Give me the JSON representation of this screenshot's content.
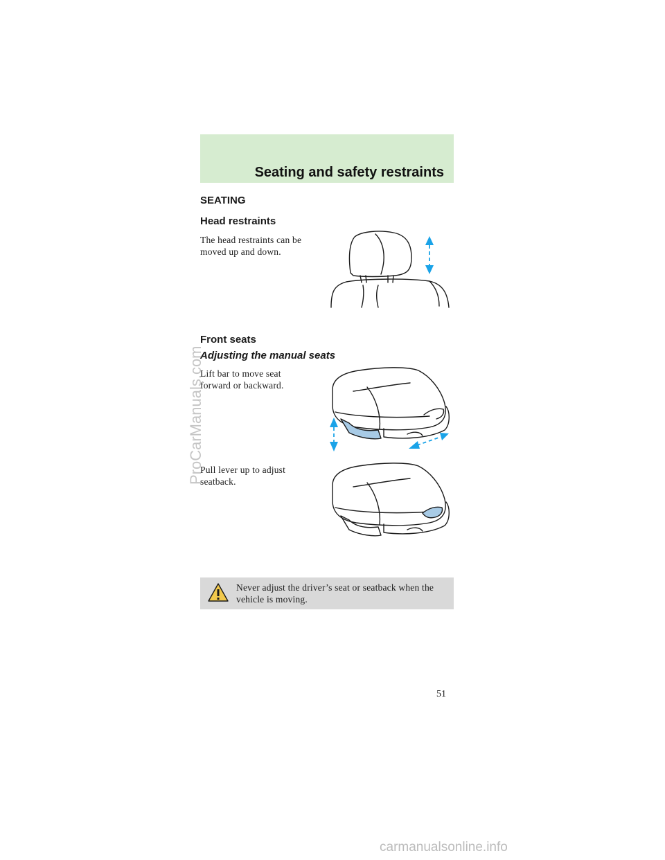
{
  "header": {
    "title": "Seating and safety restraints",
    "band_color": "#d6ecd0"
  },
  "sections": {
    "seating": "SEATING",
    "head_restraints": {
      "heading": "Head restraints",
      "text": "The head restraints can be moved up and down."
    },
    "front_seats": {
      "heading": "Front seats",
      "subheading": "Adjusting the manual seats",
      "bar_text": "Lift bar to move seat forward or backward.",
      "lever_text": "Pull lever up to adjust seatback."
    }
  },
  "warning": {
    "icon": "warning-triangle-icon",
    "text": "Never adjust the driver’s seat or seatback when the vehicle is moving."
  },
  "page_number": "51",
  "watermarks": {
    "side": "ProCarManuals.com",
    "bottom": "carmanualsonline.info"
  },
  "colors": {
    "arrow": "#1aa3e8",
    "highlight": "#a8cbe6",
    "warning_box": "#d9d9d9"
  }
}
